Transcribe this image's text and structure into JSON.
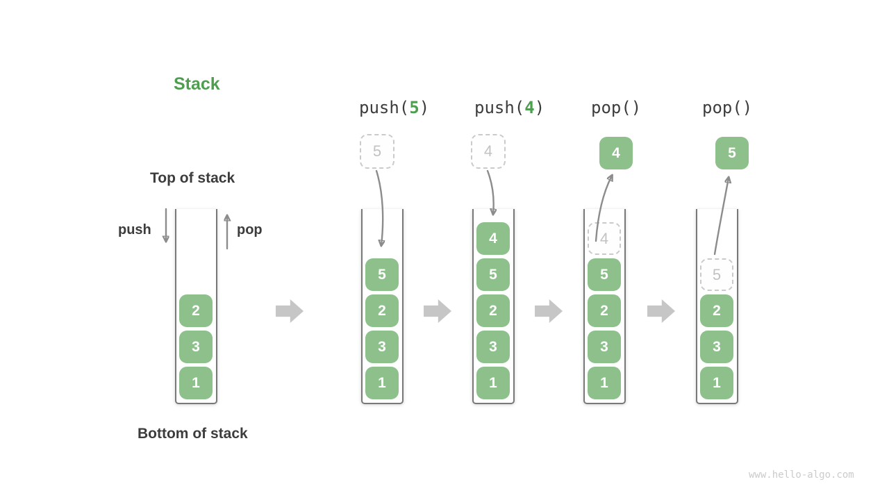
{
  "title": "Stack",
  "watermark": "www.hello-algo.com",
  "annotations": {
    "top_of_stack": "Top of stack",
    "bottom_of_stack": "Bottom of stack",
    "push_arrow_label": "push",
    "pop_arrow_label": "pop"
  },
  "colors": {
    "item-green": "#8EC08C",
    "accent-green": "#4E9E50",
    "text-dark": "#3C3C3C",
    "arrow-gray": "#8C8C8C",
    "block-arrow-gray": "#C6C6C6",
    "ghost-border": "#CACACA",
    "ghost-text": "#C2C2C2",
    "container-border": "#787878",
    "watermark-gray": "#CBCBCB"
  },
  "initial_stack": {
    "items": [
      "2",
      "3",
      "1"
    ]
  },
  "operations": [
    {
      "name": "push-5",
      "label": {
        "pre": "push(",
        "arg": "5",
        "post": ")"
      },
      "incoming_item": "5",
      "stack": [
        "5",
        "2",
        "3",
        "1"
      ]
    },
    {
      "name": "push-4",
      "label": {
        "pre": "push(",
        "arg": "4",
        "post": ")"
      },
      "incoming_item": "4",
      "stack": [
        "4",
        "5",
        "2",
        "3",
        "1"
      ]
    },
    {
      "name": "pop-4",
      "label": {
        "pre": "pop()",
        "arg": "",
        "post": ""
      },
      "popped_item": "4",
      "ghost_item": "4",
      "stack": [
        "5",
        "2",
        "3",
        "1"
      ]
    },
    {
      "name": "pop-5",
      "label": {
        "pre": "pop()",
        "arg": "",
        "post": ""
      },
      "popped_item": "5",
      "ghost_item": "5",
      "stack": [
        "2",
        "3",
        "1"
      ]
    }
  ]
}
